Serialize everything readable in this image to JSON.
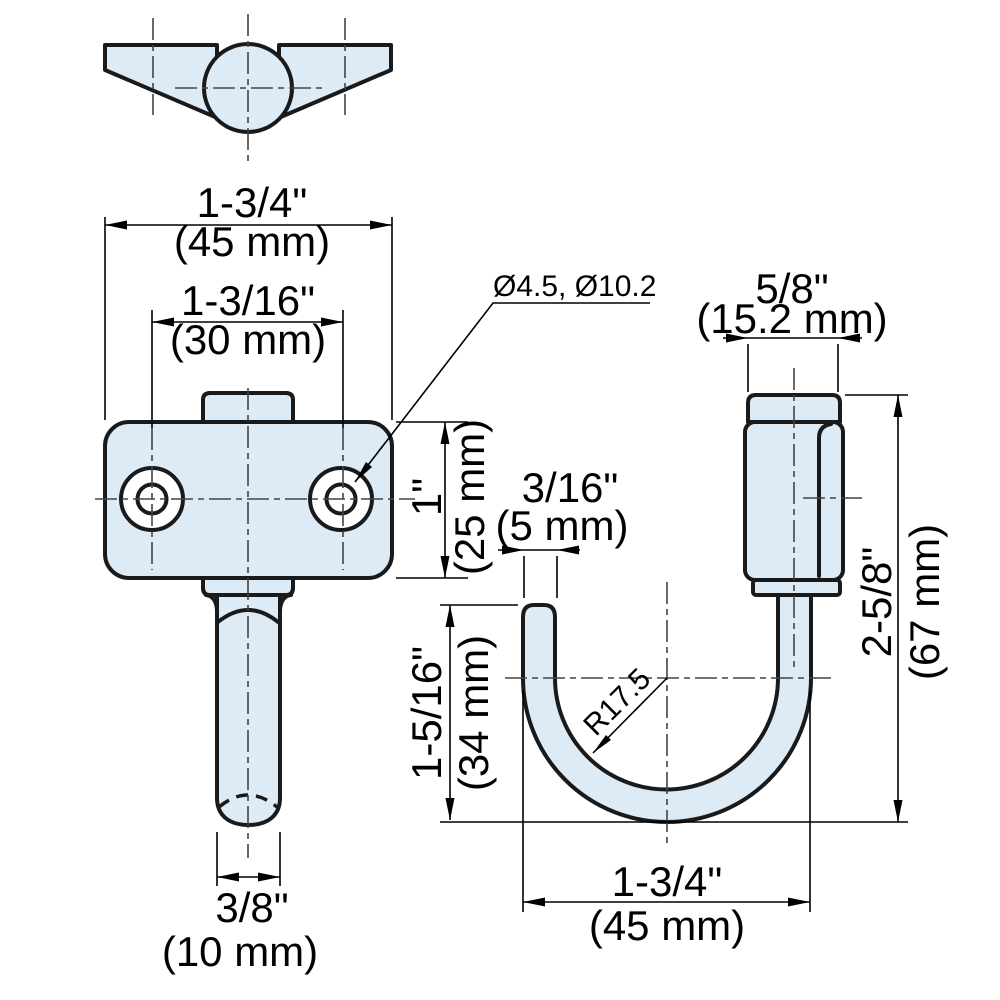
{
  "drawing": {
    "type": "technical-dimension-drawing",
    "subject": "utility hook with mounting plate (three orthographic views)",
    "colors": {
      "part_fill": "#ddebf7",
      "outline": "#1a1a1a",
      "dimension_line": "#000000",
      "centerline": "#444444",
      "background": "#ffffff"
    },
    "labels": {
      "plate_width": {
        "inch": "1-3/4\"",
        "mm": "(45 mm)"
      },
      "hole_spacing": {
        "inch": "1-3/16\"",
        "mm": "(30 mm)"
      },
      "hole_diameters": {
        "value": "Ø4.5, Ø10.2"
      },
      "hanger_width": {
        "inch": "5/8\"",
        "mm": "(15.2 mm)"
      },
      "plate_height": {
        "inch": "1\"",
        "mm": "(25 mm)"
      },
      "hook_tip_thickness": {
        "inch": "3/16\"",
        "mm": "(5 mm)"
      },
      "overall_height": {
        "inch": "2-5/8\"",
        "mm": "(67 mm)"
      },
      "hook_opening_height": {
        "inch": "1-5/16\"",
        "mm": "(34 mm)"
      },
      "hook_inner_radius": {
        "value": "R17.5"
      },
      "hook_outer_width": {
        "inch": "1-3/4\"",
        "mm": "(45 mm)"
      },
      "rod_diameter": {
        "inch": "3/8\"",
        "mm": "(10 mm)"
      }
    }
  }
}
